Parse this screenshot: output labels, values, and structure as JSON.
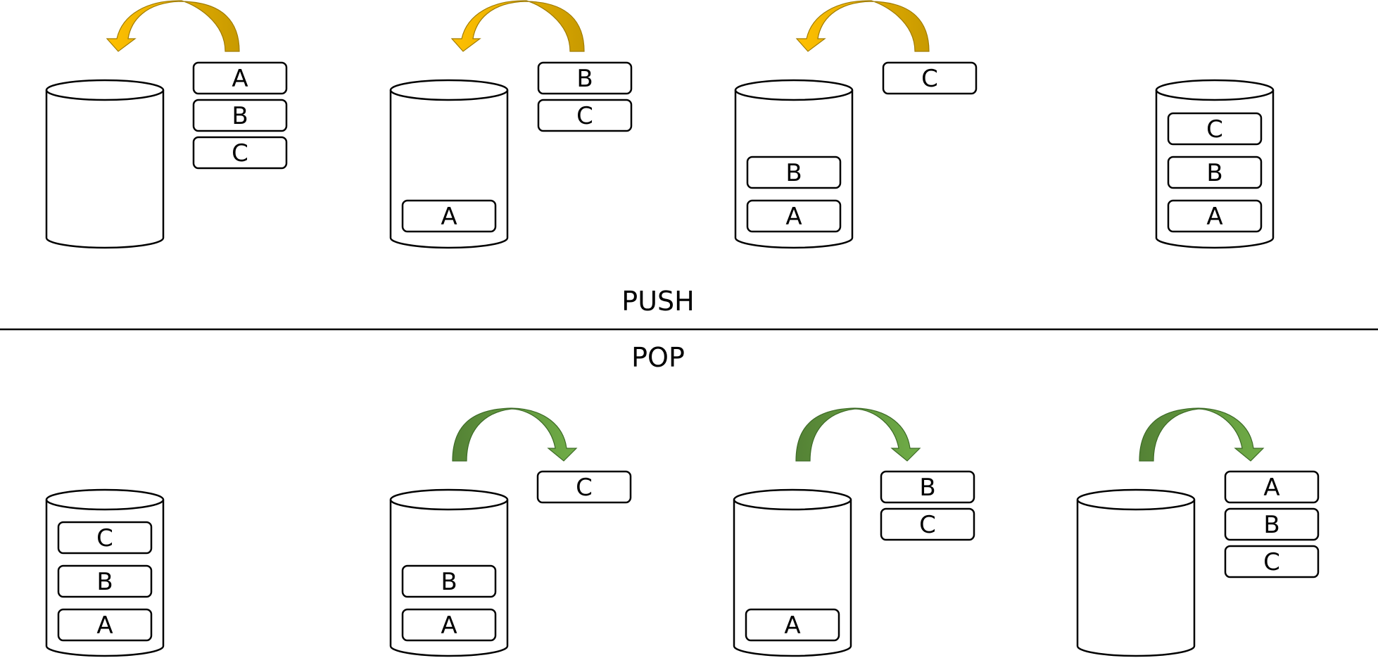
{
  "labels": {
    "push": "PUSH",
    "pop": "POP"
  },
  "colors": {
    "push_arrow_light": "#ffc000",
    "push_arrow_dark": "#c89a00",
    "pop_arrow_light": "#70ad47",
    "pop_arrow_dark": "#548235"
  },
  "push_steps": [
    {
      "stack": [],
      "waiting": [
        "A",
        "B",
        "C"
      ]
    },
    {
      "stack": [
        "A"
      ],
      "waiting": [
        "B",
        "C"
      ]
    },
    {
      "stack": [
        "A",
        "B"
      ],
      "waiting": [
        "C"
      ]
    },
    {
      "stack": [
        "A",
        "B",
        "C"
      ],
      "waiting": []
    }
  ],
  "pop_steps": [
    {
      "stack": [
        "A",
        "B",
        "C"
      ],
      "removed": []
    },
    {
      "stack": [
        "A",
        "B"
      ],
      "removed": [
        "C"
      ]
    },
    {
      "stack": [
        "A"
      ],
      "removed": [
        "B",
        "C"
      ]
    },
    {
      "stack": [],
      "removed": [
        "A",
        "B",
        "C"
      ]
    }
  ]
}
